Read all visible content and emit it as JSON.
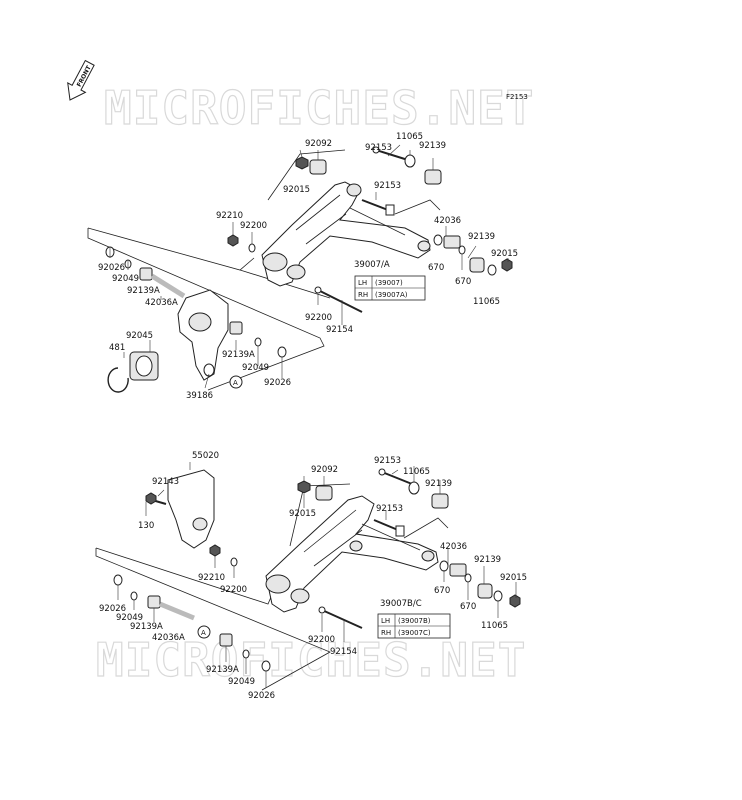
{
  "figure_code": "F2153",
  "watermark": "MICROFICHES.NET",
  "front_label": "FRONT",
  "upper": {
    "labels": {
      "p92153a": "92153",
      "p11065a": "11065",
      "p92092": "92092",
      "p92139a": "92139",
      "p92015a": "92015",
      "p92153b": "92153",
      "p92210": "92210",
      "p92200a": "92200",
      "p42036": "42036",
      "p92139b": "92139",
      "p92015b": "92015",
      "p92026a": "92026",
      "p92049a": "92049",
      "p670a": "670",
      "p670b": "670",
      "p11065b": "11065",
      "p92139A_a": "92139A",
      "p42036A": "42036A",
      "p39007A": "39007/A",
      "p92045": "92045",
      "p92200b": "92200",
      "p92154": "92154",
      "p481": "481",
      "p92139A_b": "92139A",
      "p92049b": "92049",
      "p92026b": "92026",
      "p39186": "39186",
      "refA": "A"
    },
    "table": [
      {
        "side": "LH",
        "part": "(39007)"
      },
      {
        "side": "RH",
        "part": "(39007A)"
      }
    ]
  },
  "lower": {
    "labels": {
      "p55020": "55020",
      "p92153a": "92153",
      "p11065a": "11065",
      "p92092": "92092",
      "p92139a": "92139",
      "p92143": "92143",
      "p130": "130",
      "p92015a": "92015",
      "p92153b": "92153",
      "p42036": "42036",
      "p92139b": "92139",
      "p92015b": "92015",
      "p92210": "92210",
      "p92200a": "92200",
      "p670a": "670",
      "p670b": "670",
      "p92026a": "92026",
      "p92049a": "92049",
      "p92139A_a": "92139A",
      "p39007BC": "39007B/C",
      "p11065b": "11065",
      "p42036A": "42036A",
      "refA": "A",
      "p92200b": "92200",
      "p92154": "92154",
      "p92139A_b": "92139A",
      "p92049b": "92049",
      "p92026b": "92026"
    },
    "table": [
      {
        "side": "LH",
        "part": "(39007B)"
      },
      {
        "side": "RH",
        "part": "(39007C)"
      }
    ]
  },
  "colors": {
    "ink": "#222222",
    "watermark": "#d9d9d9",
    "background": "#ffffff"
  }
}
